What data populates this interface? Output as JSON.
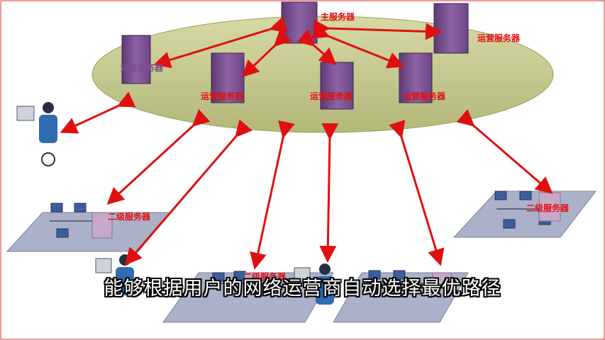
{
  "labels": {
    "main_server": "主服务器",
    "op_server_left": "运营服务器",
    "op_server_right_top": "运营服务器",
    "op_server_mid1": "运营服务器",
    "op_server_mid2": "运营服务器",
    "op_server_mid3": "运营服务器",
    "l2_server_left": "二级服务器",
    "l2_server_right": "二级服务器",
    "l2_server_bottom": "二级服务器"
  },
  "caption": "能够根据用户的网络运营商自动选择最优路径",
  "colors": {
    "ellipse": "#c6c98a",
    "arrow": "#e01010",
    "server": "#7a4f8f",
    "lan": "#a9b0c8"
  }
}
